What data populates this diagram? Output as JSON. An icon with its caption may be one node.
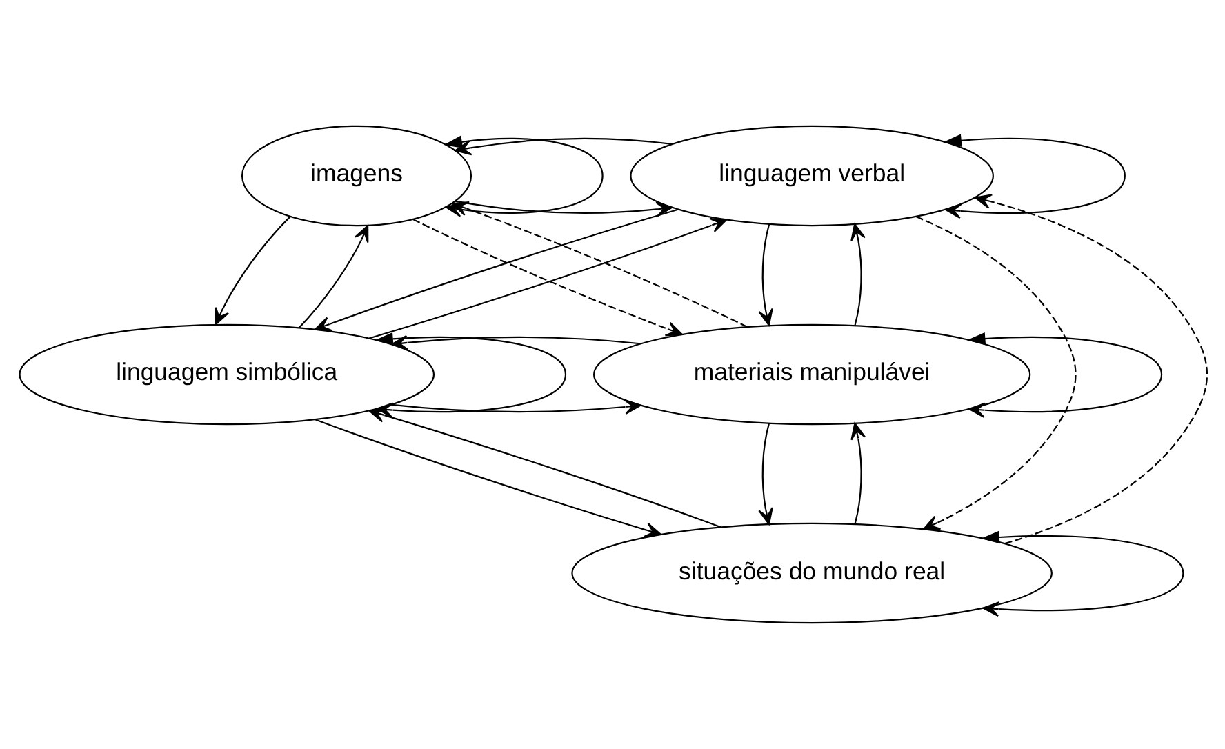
{
  "diagram": {
    "nodes": [
      {
        "text": [
          "imagens"
        ]
      },
      {
        "text": [
          "linguagem verbal"
        ]
      },
      {
        "text": [
          "linguagem simbólica"
        ]
      },
      {
        "text": [
          "materiais manipulávei"
        ]
      },
      {
        "text": [
          "situações do mundo real"
        ]
      }
    ],
    "edges": [
      {
        "from": 0,
        "to": 1,
        "arrow": "to"
      },
      {
        "from": 1,
        "to": 0,
        "arrow": "to"
      },
      {
        "from": 2,
        "to": 0,
        "arrow": "to"
      },
      {
        "from": 0,
        "to": 2,
        "arrow": "to"
      },
      {
        "from": 2,
        "to": 1,
        "arrow": "to"
      },
      {
        "from": 1,
        "to": 2,
        "arrow": "to"
      },
      {
        "from": 2,
        "to": 3,
        "arrow": "to"
      },
      {
        "from": 3,
        "to": 2,
        "arrow": "to"
      },
      {
        "from": 3,
        "to": 1,
        "arrow": "to"
      },
      {
        "from": 1,
        "to": 3,
        "arrow": "to"
      },
      {
        "from": 0,
        "to": 3,
        "arrow": "to",
        "style": "dashed"
      },
      {
        "from": 3,
        "to": 0,
        "arrow": "to",
        "style": "dashed"
      },
      {
        "from": 4,
        "to": 1,
        "arrow": "to",
        "style": "dashed"
      },
      {
        "from": 1,
        "to": 4,
        "arrow": "to",
        "style": "dashed"
      },
      {
        "from": 4,
        "to": 2,
        "arrow": "to"
      },
      {
        "from": 2,
        "to": 4,
        "arrow": "to"
      },
      {
        "from": 4,
        "to": 3,
        "arrow": "to"
      },
      {
        "from": 3,
        "to": 4,
        "arrow": "to"
      },
      {
        "from": 0,
        "to": 0,
        "arrow": "both"
      },
      {
        "from": 1,
        "to": 1,
        "arrow": "both"
      },
      {
        "from": 2,
        "to": 2,
        "arrow": "both"
      },
      {
        "from": 3,
        "to": 3,
        "arrow": "both"
      },
      {
        "from": 4,
        "to": 4,
        "arrow": "both"
      }
    ]
  }
}
